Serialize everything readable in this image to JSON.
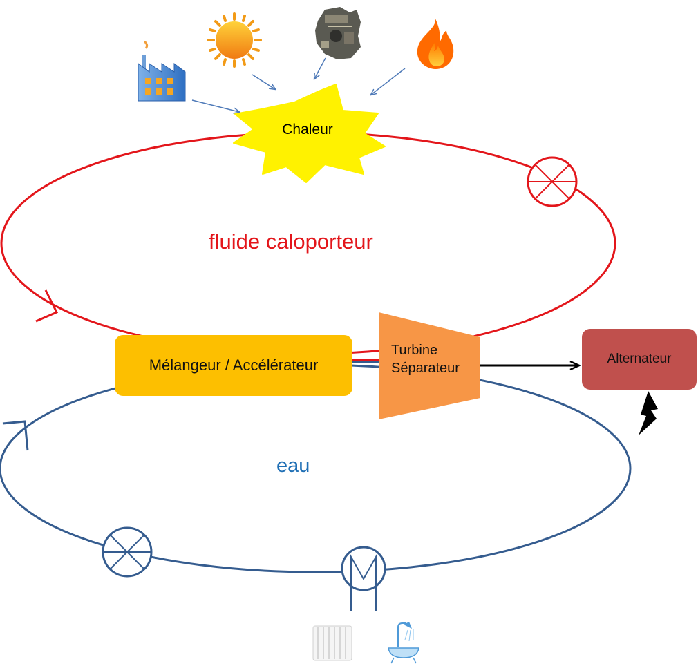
{
  "colors": {
    "heat_loop": "#e3161b",
    "water_loop": "#355c8f",
    "mixer": "#fdbf00",
    "turbine": "#f79646",
    "alternator": "#c0504d",
    "heat_star": "#fff200",
    "fluid_text": "#e3161b",
    "water_text": "#1f6fb5",
    "arrow_thin": "#4f7ab8"
  },
  "heat_source": {
    "label": "Chaleur"
  },
  "loops": {
    "fluid_label": "fluide caloporteur",
    "water_label": "eau"
  },
  "components": {
    "mixer_label": "Mélangeur / Accélérateur",
    "turbine_line1": "Turbine",
    "turbine_line2": "Séparateur",
    "alternator_label": "Alternateur"
  },
  "icons": [
    "factory-icon",
    "sun-icon",
    "engine-icon",
    "flame-icon",
    "lightning-icon",
    "radiator-icon",
    "shower-bath-icon"
  ]
}
